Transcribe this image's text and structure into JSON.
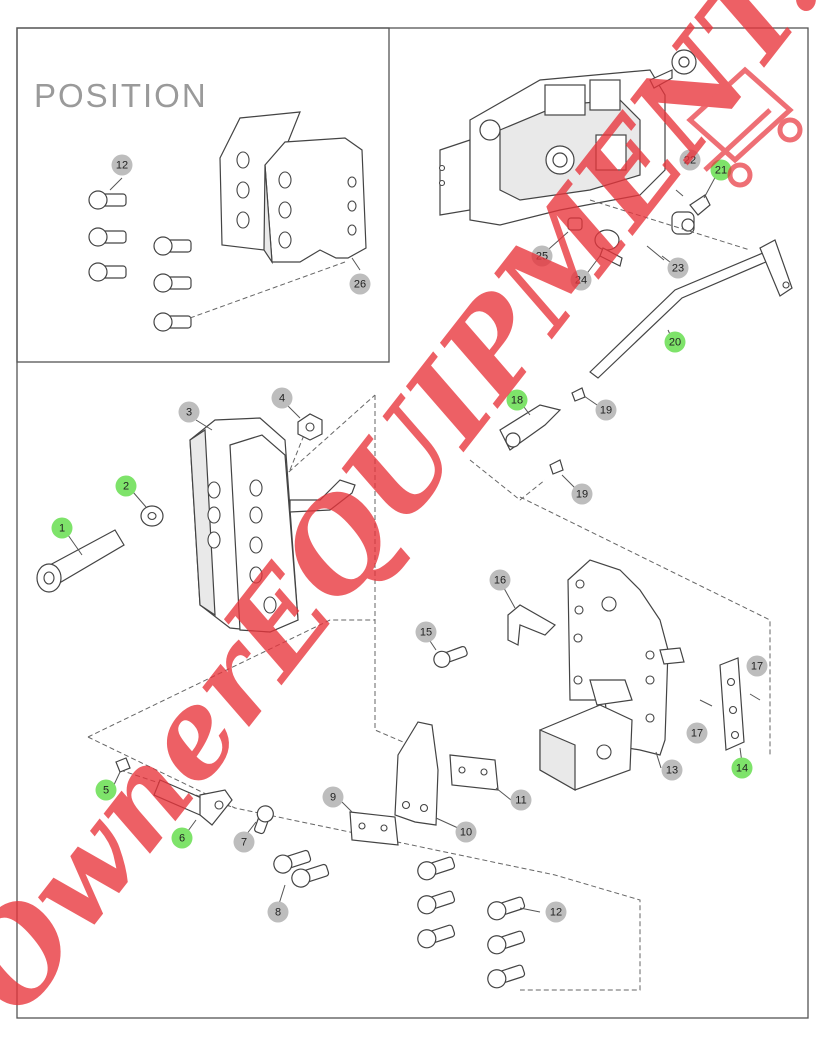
{
  "inset": {
    "title": "POSITION"
  },
  "colors": {
    "callout_grey": "#bdbdbd",
    "callout_green": "#7ee36a",
    "watermark": "#e8343b",
    "line": "#444444"
  },
  "callouts": [
    {
      "n": "1",
      "highlight": true
    },
    {
      "n": "2",
      "highlight": true
    },
    {
      "n": "3",
      "highlight": false
    },
    {
      "n": "4",
      "highlight": false
    },
    {
      "n": "5",
      "highlight": true
    },
    {
      "n": "6",
      "highlight": true
    },
    {
      "n": "7",
      "highlight": false
    },
    {
      "n": "8",
      "highlight": false
    },
    {
      "n": "9",
      "highlight": false
    },
    {
      "n": "10",
      "highlight": false
    },
    {
      "n": "11",
      "highlight": false
    },
    {
      "n": "12",
      "highlight": false
    },
    {
      "n": "12",
      "highlight": false
    },
    {
      "n": "13",
      "highlight": false
    },
    {
      "n": "14",
      "highlight": true
    },
    {
      "n": "15",
      "highlight": false
    },
    {
      "n": "16",
      "highlight": false
    },
    {
      "n": "17",
      "highlight": false
    },
    {
      "n": "17",
      "highlight": false
    },
    {
      "n": "18",
      "highlight": true
    },
    {
      "n": "19",
      "highlight": false
    },
    {
      "n": "19",
      "highlight": false
    },
    {
      "n": "20",
      "highlight": true
    },
    {
      "n": "21",
      "highlight": true
    },
    {
      "n": "22",
      "highlight": false
    },
    {
      "n": "23",
      "highlight": false
    },
    {
      "n": "24",
      "highlight": false
    },
    {
      "n": "25",
      "highlight": false
    },
    {
      "n": "26",
      "highlight": false
    }
  ],
  "watermark": {
    "text": "OwnerEQUIPMENT.co"
  }
}
